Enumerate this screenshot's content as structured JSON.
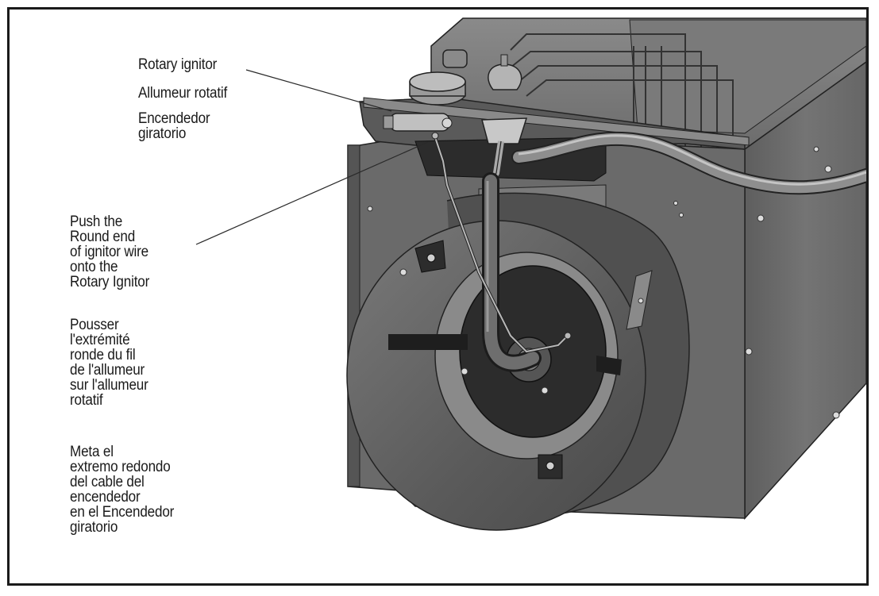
{
  "colors": {
    "frame_border": "#1a1a1a",
    "body_panel": "#6a6a6a",
    "shadow_panel": "#4a4a4a",
    "highlight": "#8c8c8c",
    "line_art": "#222222"
  },
  "callouts": {
    "ignitor": {
      "en": "Rotary ignitor",
      "fr": "Allumeur rotatif",
      "es": "Encendedor\ngiratorio"
    },
    "wire": {
      "en": "Push the\nRound end\nof ignitor wire\nonto the\nRotary Ignitor",
      "fr": "Pousser\nl'extrémité\nronde du fil\nde l'allumeur\nsur l'allumeur\nrotatif",
      "es": "Meta el\nextremo redondo\ndel cable del\nencendedor\nen el Encendedor\ngiratorio"
    }
  }
}
